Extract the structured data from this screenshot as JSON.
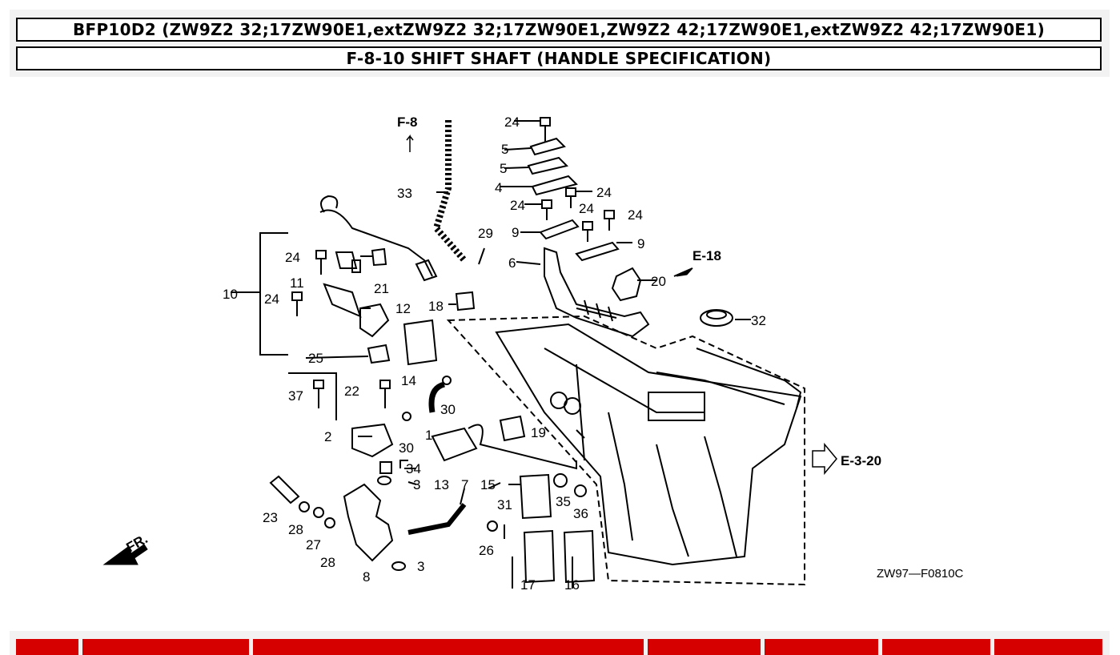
{
  "header": {
    "model_line": "BFP10D2 (ZW9Z2 32;17ZW90E1,extZW9Z2 32;17ZW90E1,ZW9Z2 42;17ZW90E1,extZW9Z2 42;17ZW90E1)",
    "section_title": "F-8-10 SHIFT SHAFT (HANDLE SPECIFICATION)"
  },
  "diagram": {
    "refs": {
      "f8": "F-8",
      "e18": "E-18",
      "e320": "E-3-20",
      "fr": "FR."
    },
    "drawing_code": "ZW97—F0810C",
    "part_numbers": [
      "1",
      "2",
      "3",
      "4",
      "5",
      "6",
      "7",
      "8",
      "9",
      "10",
      "11",
      "12",
      "13",
      "14",
      "15",
      "16",
      "17",
      "18",
      "19",
      "20",
      "21",
      "22",
      "23",
      "24",
      "25",
      "26",
      "27",
      "28",
      "29",
      "30",
      "31",
      "32",
      "33",
      "34",
      "35",
      "36",
      "37"
    ]
  },
  "colors": {
    "footer_tab": "#d60000",
    "header_band": "#f2f2f2"
  }
}
